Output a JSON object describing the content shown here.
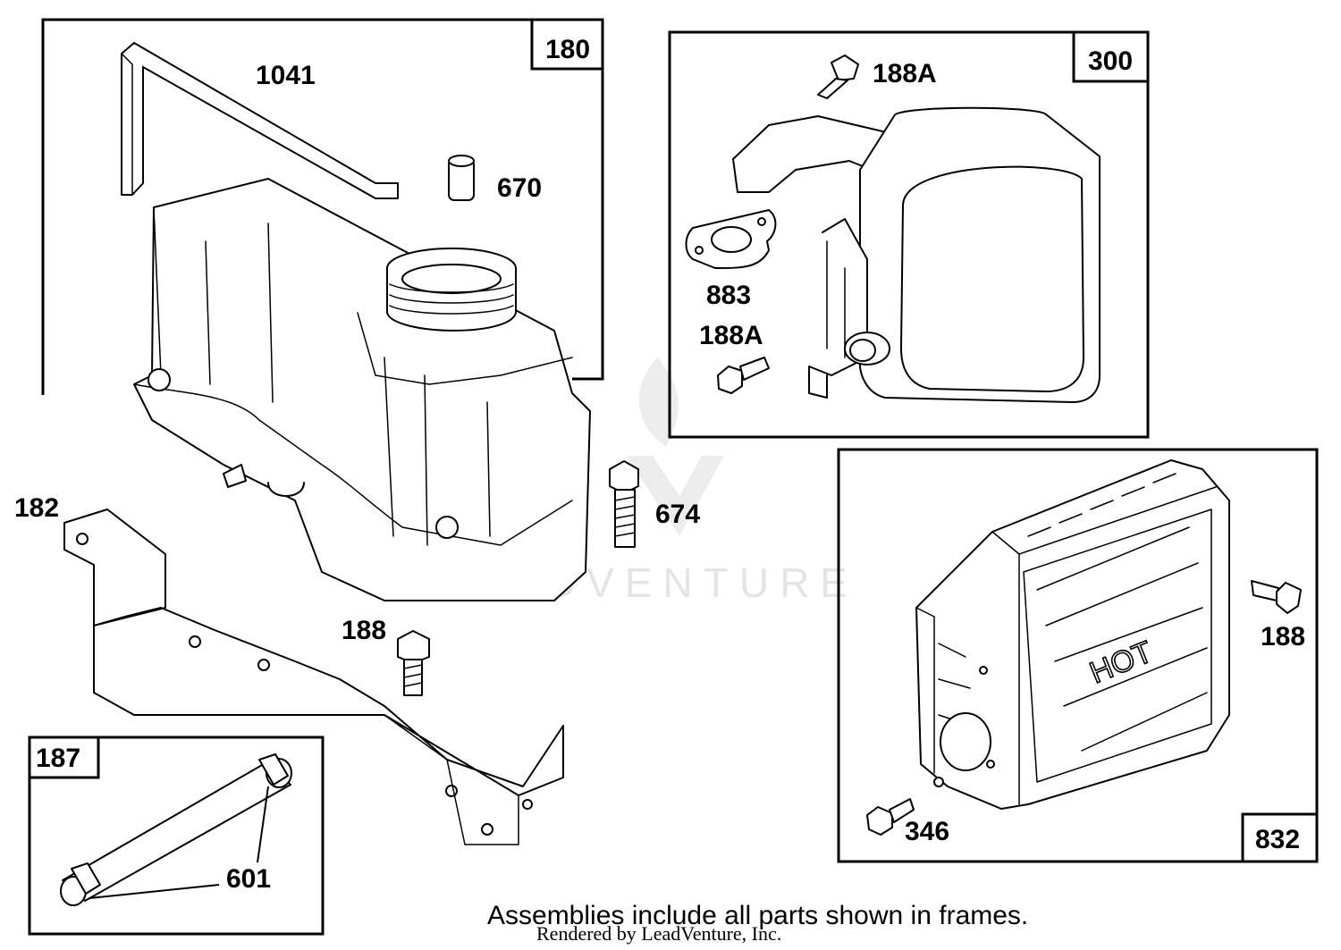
{
  "frames": [
    {
      "id": "180",
      "label": "180"
    },
    {
      "id": "300",
      "label": "300"
    },
    {
      "id": "832",
      "label": "832"
    },
    {
      "id": "187",
      "label": "187"
    }
  ],
  "callouts": {
    "p1041": "1041",
    "p670": "670",
    "p182": "182",
    "p674": "674",
    "p188_bracket": "188",
    "p188A_top": "188A",
    "p883": "883",
    "p188A_lower": "188A",
    "p188_guard": "188",
    "p346": "346",
    "p601": "601"
  },
  "guard_text": "HOT",
  "footer": {
    "note": "Assemblies include all parts shown in frames.",
    "credit": "Rendered by LeadVenture, Inc."
  },
  "watermark": "LEADVENTURE"
}
